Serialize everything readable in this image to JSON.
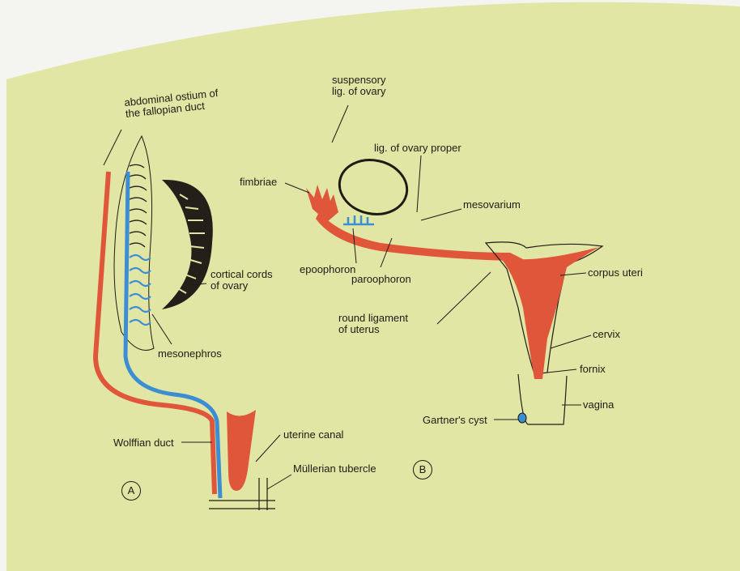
{
  "colors": {
    "page": "#f4f4f0",
    "paper": "#e2e6a4",
    "paper_edge": "#d6dc92",
    "ink": "#1c1c14",
    "red_tissue": "#e0563a",
    "blue_duct": "#3b8ed3"
  },
  "panel_a": {
    "badge": "A",
    "labels": {
      "abdominal_ostium": "abdominal ostium of\nthe fallopian duct",
      "cortical_cords": "cortical cords\nof ovary",
      "mesonephros": "mesonephros",
      "wolffian_duct": "Wolffian duct",
      "uterine_canal": "uterine canal",
      "mullerian_tubercle": "Müllerian tubercle"
    }
  },
  "panel_b": {
    "badge": "B",
    "labels": {
      "suspensory_lig": "suspensory\nlig. of ovary",
      "lig_ovary_proper": "lig. of ovary proper",
      "fimbriae": "fimbriae",
      "mesovarium": "mesovarium",
      "epoophoron": "epoophoron",
      "paroophoron": "paroophoron",
      "round_ligament": "round ligament\nof uterus",
      "corpus_uteri": "corpus uteri",
      "cervix": "cervix",
      "fornix": "fornix",
      "vagina": "vagina",
      "gartners_cyst": "Gartner's cyst"
    }
  }
}
